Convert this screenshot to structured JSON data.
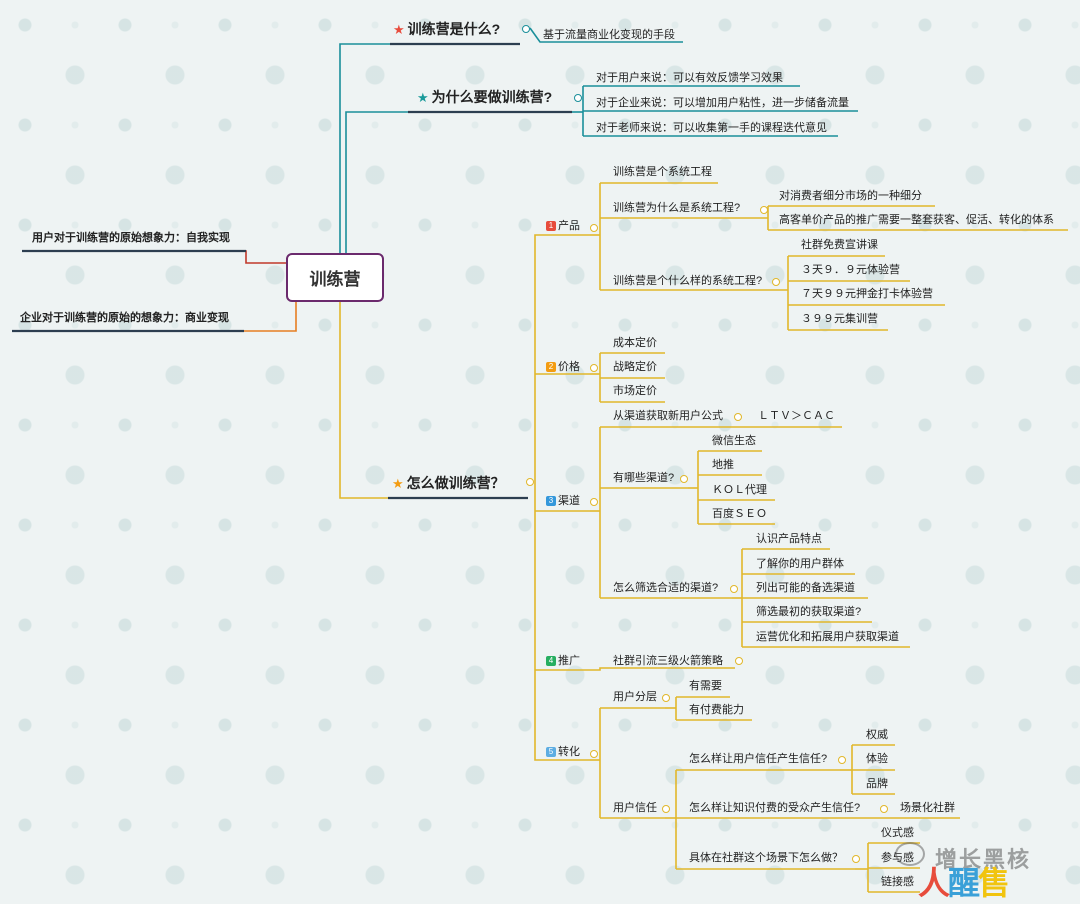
{
  "root": "训练营",
  "left": {
    "user": "用户对于训练营的原始想象力：自我实现",
    "company": "企业对于训练营的原始的想象力：商业变现"
  },
  "what": {
    "title": "训练营是什么?",
    "answer": "基于流量商业化变现的手段"
  },
  "why": {
    "title": "为什么要做训练营?",
    "items": [
      "对于用户来说：可以有效反馈学习效果",
      "对于企业来说：可以增加用户粘性，进一步储备流量",
      "对于老师来说：可以收集第一手的课程迭代意见"
    ]
  },
  "how": {
    "title": "怎么做训练营？",
    "product": {
      "num": "1",
      "label": "产品",
      "a": "训练营是个系统工程",
      "b": "训练营为什么是系统工程?",
      "b_items": [
        "对消费者细分市场的一种细分",
        "高客单价产品的推广需要一整套获客、促活、转化的体系"
      ],
      "c": "训练营是个什么样的系统工程?",
      "c_items": [
        "社群免费宣讲课",
        "３天９．９元体验营",
        "７天９９元押金打卡体验营",
        "３９９元集训营"
      ]
    },
    "price": {
      "num": "2",
      "label": "价格",
      "items": [
        "成本定价",
        "战略定价",
        "市场定价"
      ]
    },
    "channel": {
      "num": "3",
      "label": "渠道",
      "formula": "从渠道获取新用户公式",
      "formula_value": "ＬＴＶ＞ＣＡＣ",
      "which": "有哪些渠道?",
      "which_items": [
        "微信生态",
        "地推",
        "ＫＯＬ代理",
        "百度ＳＥＯ"
      ],
      "pick": "怎么筛选合适的渠道?",
      "pick_items": [
        "认识产品特点",
        "了解你的用户群体",
        "列出可能的备选渠道",
        "筛选最初的获取渠道?",
        "运营优化和拓展用户获取渠道"
      ]
    },
    "promo": {
      "num": "4",
      "label": "推广",
      "item": "社群引流三级火箭策略"
    },
    "convert": {
      "num": "5",
      "label": "转化",
      "layer": "用户分层",
      "layer_items": [
        "有需要",
        "有付费能力"
      ],
      "trust": "用户信任",
      "t1": "怎么样让用户信任产生信任?",
      "t1_items": [
        "权威",
        "体验",
        "品牌"
      ],
      "t2": "怎么样让知识付费的受众产生信任?",
      "t2_item": "场景化社群",
      "t3": "具体在社群这个场景下怎么做？",
      "t3_items": [
        "仪式感",
        "参与感",
        "链接感"
      ]
    }
  },
  "watermark": {
    "top": "增长黑核",
    "bottom_a": "人",
    "bottom_b": "醒",
    "bottom_c": "售"
  },
  "colors": {
    "purple": "#6b2a6d",
    "teal": "#1a8f9a",
    "yellow": "#e1b72a",
    "navy": "#2c3e50",
    "orange": "#e67e22",
    "red": "#c0392b"
  }
}
